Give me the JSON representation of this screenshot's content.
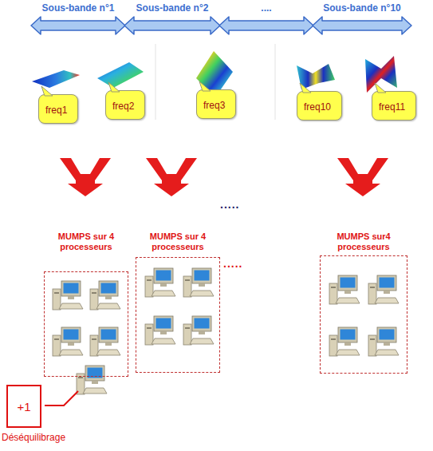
{
  "diagram": {
    "nodes": [
      {
        "text": [
          "Sous-bande n°1"
        ]
      },
      {
        "text": [
          "Sous-bande n°2"
        ]
      },
      {
        "text": [
          "...."
        ]
      },
      {
        "text": [
          "Sous-bande n°10"
        ]
      },
      {
        "text": [
          "freq1"
        ]
      },
      {
        "text": [
          "freq2"
        ]
      },
      {
        "text": [
          "freq3"
        ]
      },
      {
        "text": [
          "freq10"
        ]
      },
      {
        "text": [
          "freq11"
        ]
      },
      {
        "text": [
          "MUMPS sur 4 processeurs"
        ]
      },
      {
        "text": [
          "MUMPS sur 4 processeurs"
        ]
      },
      {
        "text": [
          "MUMPS sur4 processeurs"
        ]
      },
      {
        "text": [
          "+1",
          "Déséquilibrage"
        ]
      }
    ],
    "labels": [
      ".....",
      "....."
    ]
  }
}
